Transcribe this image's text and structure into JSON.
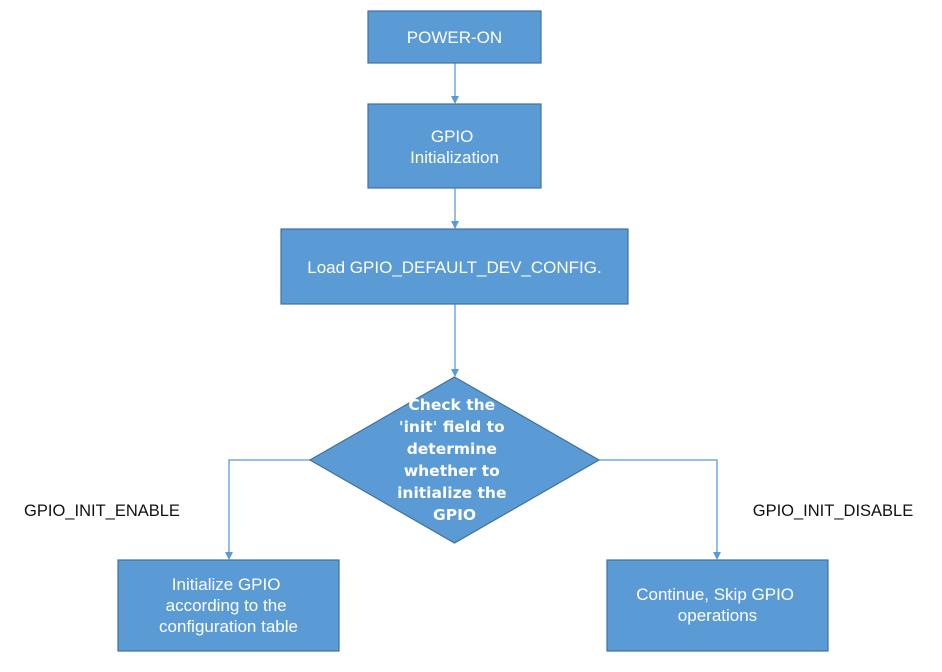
{
  "colors": {
    "node_fill": "#5b9bd5",
    "node_stroke": "#41719c",
    "edge": "#5b9bd5",
    "node_text": "#ffffff",
    "label_text": "#111111"
  },
  "nodes": {
    "power_on": "POWER-ON",
    "gpio_init": [
      "GPIO",
      "Initialization"
    ],
    "load_config": "Load GPIO_DEFAULT_DEV_CONFIG.",
    "decision": [
      "Check the",
      "'init' field to",
      "determine",
      "whether to",
      "initialize the",
      "GPIO"
    ],
    "init_gpio": [
      "Initialize GPIO",
      "according to the",
      "configuration table"
    ],
    "skip_gpio": [
      "Continue, Skip GPIO",
      "operations"
    ]
  },
  "edge_labels": {
    "enable": "GPIO_INIT_ENABLE",
    "disable": "GPIO_INIT_DISABLE"
  }
}
